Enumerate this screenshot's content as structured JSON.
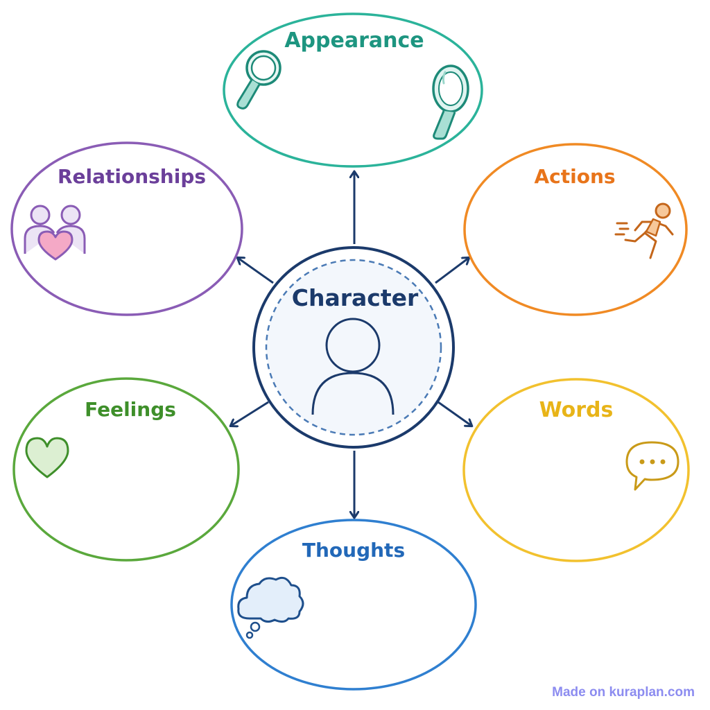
{
  "diagram": {
    "center": {
      "label": "Character"
    },
    "nodes": {
      "appearance": {
        "label": "Appearance",
        "color": "#2bb39a",
        "icon": "magnifying-glass-icon",
        "icon2": "hand-mirror-icon"
      },
      "relationships": {
        "label": "Relationships",
        "color": "#8a5cb5",
        "icon": "couple-heart-icon"
      },
      "actions": {
        "label": "Actions",
        "color": "#f08a24",
        "icon": "running-person-icon"
      },
      "feelings": {
        "label": "Feelings",
        "color": "#5aa83c",
        "icon": "heart-icon"
      },
      "words": {
        "label": "Words",
        "color": "#f2c12e",
        "icon": "speech-bubble-icon"
      },
      "thoughts": {
        "label": "Thoughts",
        "color": "#2f7fd0",
        "icon": "thought-cloud-icon"
      }
    },
    "connector_color": "#1b3a6b"
  },
  "footer": {
    "watermark": "Made on kuraplan.com"
  }
}
